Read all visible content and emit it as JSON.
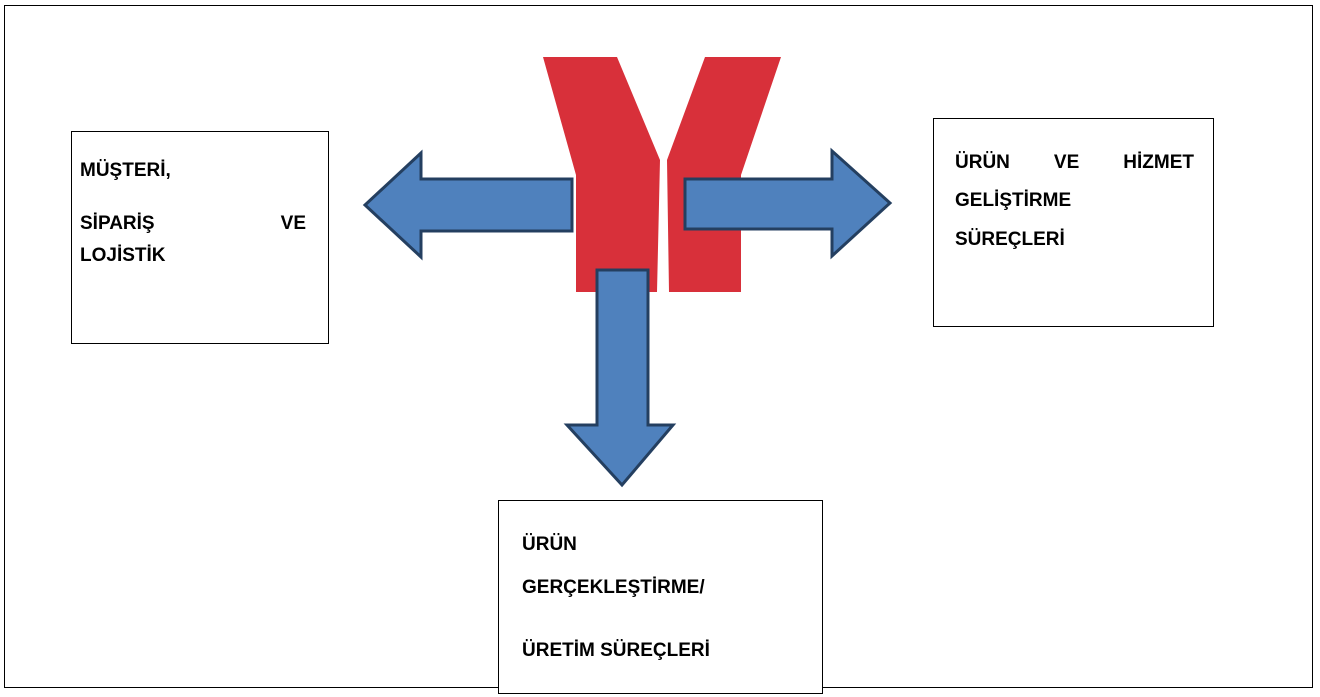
{
  "diagram": {
    "left_box": {
      "line1": "MÜŞTERİ,",
      "line2_left": "SİPARİŞ",
      "line2_right": "VE",
      "line3": "LOJİSTİK"
    },
    "right_box": {
      "line1_words": [
        "ÜRÜN",
        "VE",
        "HİZMET"
      ],
      "line2": "GELİŞTİRME",
      "line3": "SÜREÇLERİ"
    },
    "bottom_box": {
      "line1": "ÜRÜN",
      "line2": "GERÇEKLEŞTİRME/",
      "line3": "ÜRETİM SÜREÇLERİ"
    }
  },
  "colors": {
    "logo_red": "#d8303a",
    "arrow_fill": "#4f81bd",
    "arrow_stroke": "#243f60"
  }
}
